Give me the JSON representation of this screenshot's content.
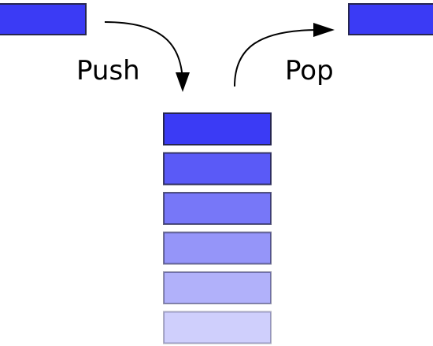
{
  "labels": {
    "push": "Push",
    "pop": "Pop"
  },
  "stack": {
    "item_count": 6,
    "item_colors": [
      "#3b3bf5",
      "#5a5af7",
      "#7777f8",
      "#9595f9",
      "#b1b1fa",
      "#cfcffc"
    ]
  },
  "push_block": {
    "color": "#3b3bf5"
  },
  "pop_block": {
    "color": "#3b3bf5"
  },
  "colors": {
    "block_stroke": "#262650",
    "arrow": "#000000"
  }
}
